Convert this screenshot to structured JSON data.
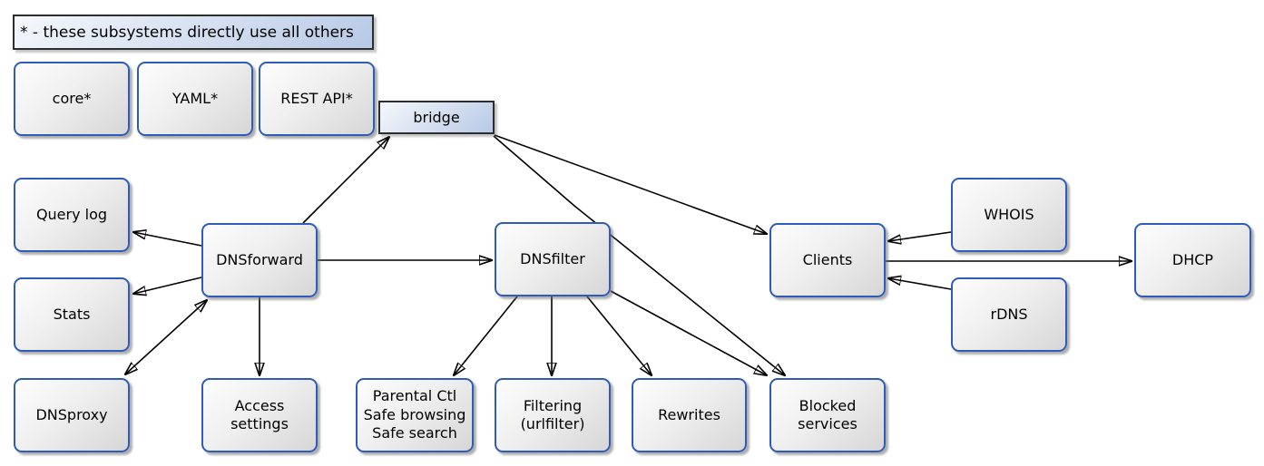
{
  "legend": {
    "text": "* - these subsystems directly use all others"
  },
  "nodes": {
    "core": {
      "label": "core*"
    },
    "yaml": {
      "label": "YAML*"
    },
    "rest_api": {
      "label": "REST API*"
    },
    "bridge": {
      "label": "bridge"
    },
    "query_log": {
      "label": "Query log"
    },
    "stats": {
      "label": "Stats"
    },
    "dnsproxy": {
      "label": "DNSproxy"
    },
    "dnsforward": {
      "label": "DNSforward"
    },
    "access_settings": {
      "lines": [
        "Access",
        "settings"
      ]
    },
    "dnsfilter": {
      "label": "DNSfilter"
    },
    "parental": {
      "lines": [
        "Parental Ctl",
        "Safe browsing",
        "Safe search"
      ]
    },
    "filtering": {
      "lines": [
        "Filtering",
        "(urlfilter)"
      ]
    },
    "rewrites": {
      "label": "Rewrites"
    },
    "blocked_services": {
      "lines": [
        "Blocked",
        "services"
      ]
    },
    "clients": {
      "label": "Clients"
    },
    "whois": {
      "label": "WHOIS"
    },
    "rdns": {
      "label": "rDNS"
    },
    "dhcp": {
      "label": "DHCP"
    }
  },
  "edges": [
    {
      "from": "DNSforward",
      "to": "bridge",
      "type": "arrow"
    },
    {
      "from": "bridge",
      "to": "Clients",
      "type": "arrow"
    },
    {
      "from": "bridge",
      "to": "Blocked services",
      "type": "arrow"
    },
    {
      "from": "DNSforward",
      "to": "Query log",
      "type": "arrow"
    },
    {
      "from": "DNSforward",
      "to": "Stats",
      "type": "arrow"
    },
    {
      "from": "DNSforward",
      "to": "DNSproxy",
      "type": "bidirectional"
    },
    {
      "from": "DNSforward",
      "to": "Access settings",
      "type": "arrow"
    },
    {
      "from": "DNSforward",
      "to": "DNSfilter",
      "type": "arrow"
    },
    {
      "from": "DNSfilter",
      "to": "Parental Ctl / Safe browsing / Safe search",
      "type": "arrow"
    },
    {
      "from": "DNSfilter",
      "to": "Filtering (urlfilter)",
      "type": "arrow"
    },
    {
      "from": "DNSfilter",
      "to": "Rewrites",
      "type": "arrow"
    },
    {
      "from": "DNSfilter",
      "to": "Blocked services",
      "type": "arrow"
    },
    {
      "from": "WHOIS",
      "to": "Clients",
      "type": "arrow"
    },
    {
      "from": "rDNS",
      "to": "Clients",
      "type": "arrow"
    },
    {
      "from": "Clients",
      "to": "DHCP",
      "type": "arrow"
    }
  ],
  "colors": {
    "node_border": "#2e5cb8",
    "plain_border": "#2d2d2d",
    "accent_fill": "#b7c9e6",
    "node_fill": "#e8e8e8",
    "edge": "#000000",
    "background": "#ffffff"
  }
}
